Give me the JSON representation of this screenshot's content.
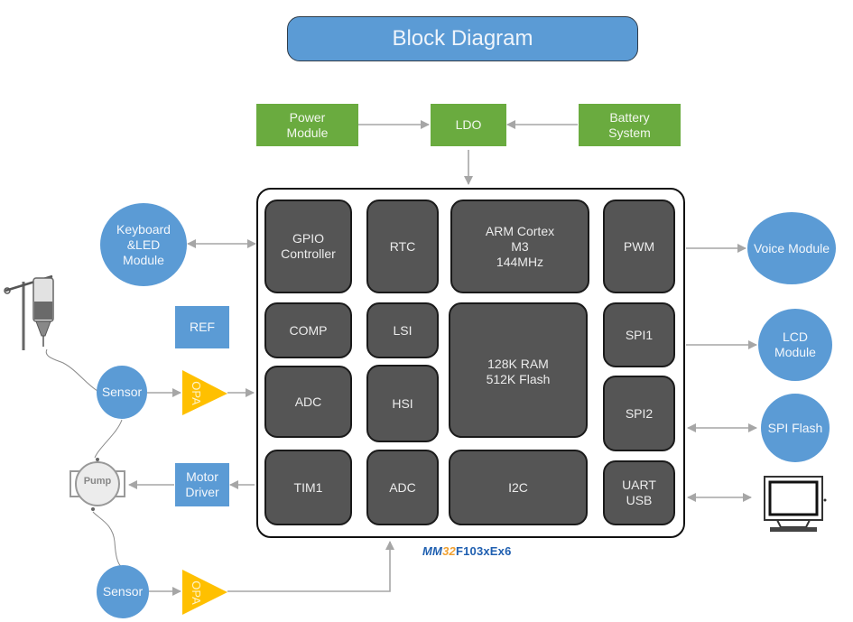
{
  "title": "Block Diagram",
  "power": {
    "power_module": "Power\nModule",
    "ldo": "LDO",
    "battery": "Battery\nSystem"
  },
  "mcu": {
    "blocks": {
      "gpio": "GPIO\nController",
      "rtc": "RTC",
      "arm": "ARM Cortex\nM3\n144MHz",
      "pwm": "PWM",
      "comp": "COMP",
      "lsi": "LSI",
      "memory": "128K RAM\n512K Flash",
      "spi1": "SPI1",
      "adc1": "ADC",
      "hsi": "HSI",
      "spi2": "SPI2",
      "tim1": "TIM1",
      "adc2": "ADC",
      "i2c": "I2C",
      "uart": "UART\nUSB"
    },
    "chip_name": {
      "part1": "MM",
      "part2": "32",
      "part3": "F103xEx6"
    }
  },
  "left": {
    "keyboard": "Keyboard\n&LED\nModule",
    "ref": "REF",
    "sensor_top": "Sensor",
    "opa_top": "OPA",
    "pump": "Pump",
    "motor_driver": "Motor\nDriver",
    "sensor_bottom": "Sensor",
    "opa_bottom": "OPA"
  },
  "right": {
    "voice": "Voice Module",
    "lcd": "LCD\nModule",
    "spi_flash": "SPI Flash"
  },
  "colors": {
    "blue": "#5b9bd5",
    "green": "#6aab3f",
    "dark_block": "#555555",
    "opa_yellow": "#ffc000",
    "wire": "#a6a6a6",
    "chip_blue": "#1f5fb0",
    "chip_orange": "#f0a030"
  }
}
